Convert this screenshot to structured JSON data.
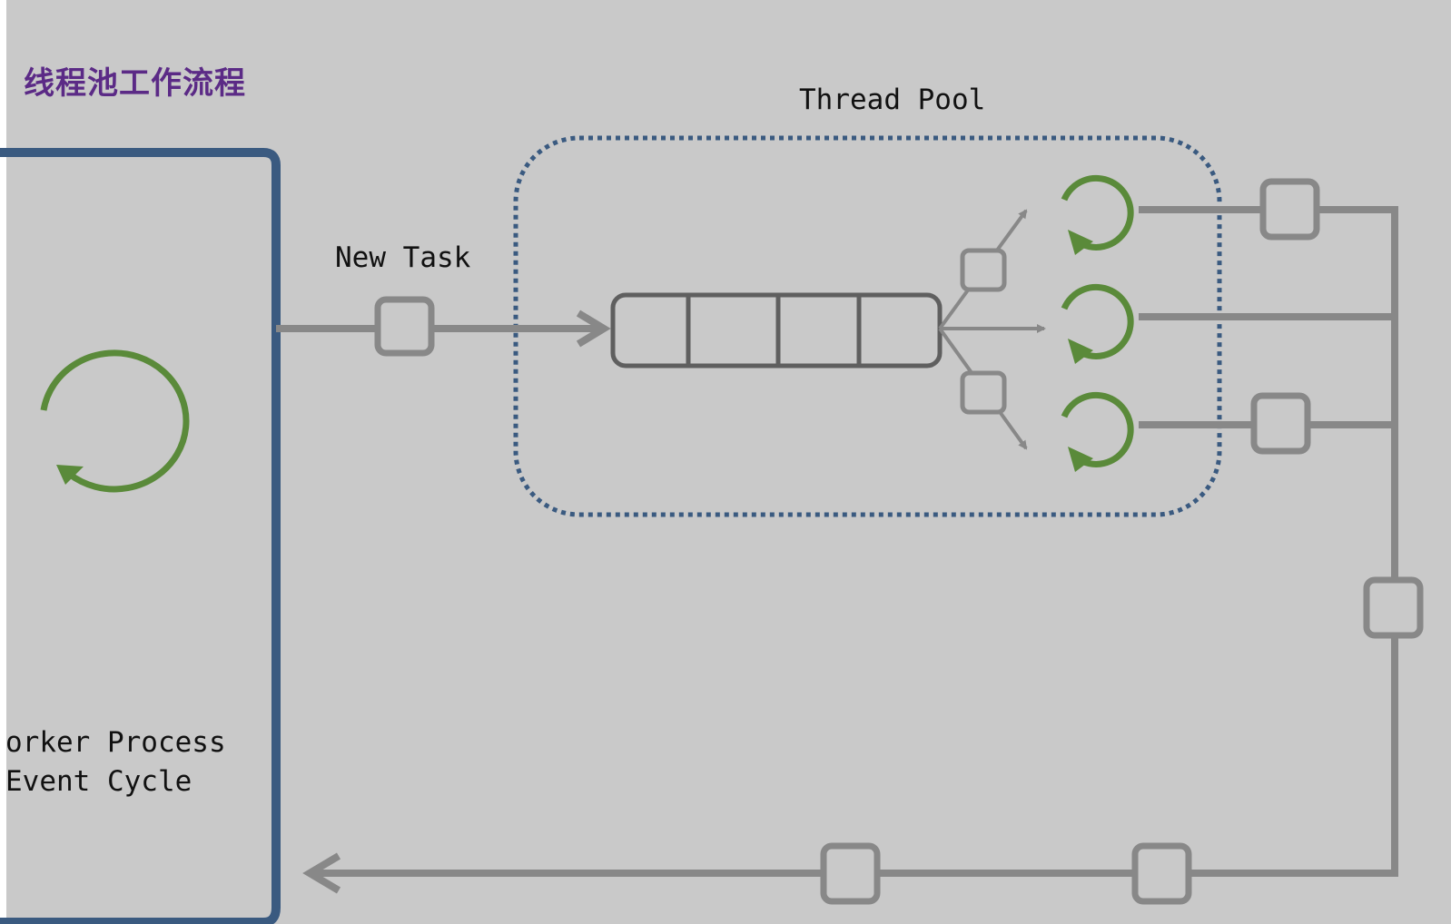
{
  "title": "线程池工作流程",
  "labels": {
    "thread_pool": "Thread Pool",
    "new_task": "New Task",
    "worker_process_line1": "orker Process",
    "worker_process_line2": "Event Cycle"
  },
  "colors": {
    "background": "#c9c9c9",
    "title": "#5b2a86",
    "worker_box_border": "#3a5a80",
    "pool_dotted_border": "#3a5a80",
    "flow_lines": "#888888",
    "queue_border": "#5f5f5f",
    "cycle_icons": "#5a8a3a"
  },
  "icons": {
    "event_cycle": "circular-arrow-icon",
    "thread": "circular-arrow-icon",
    "task": "square-task-icon"
  }
}
